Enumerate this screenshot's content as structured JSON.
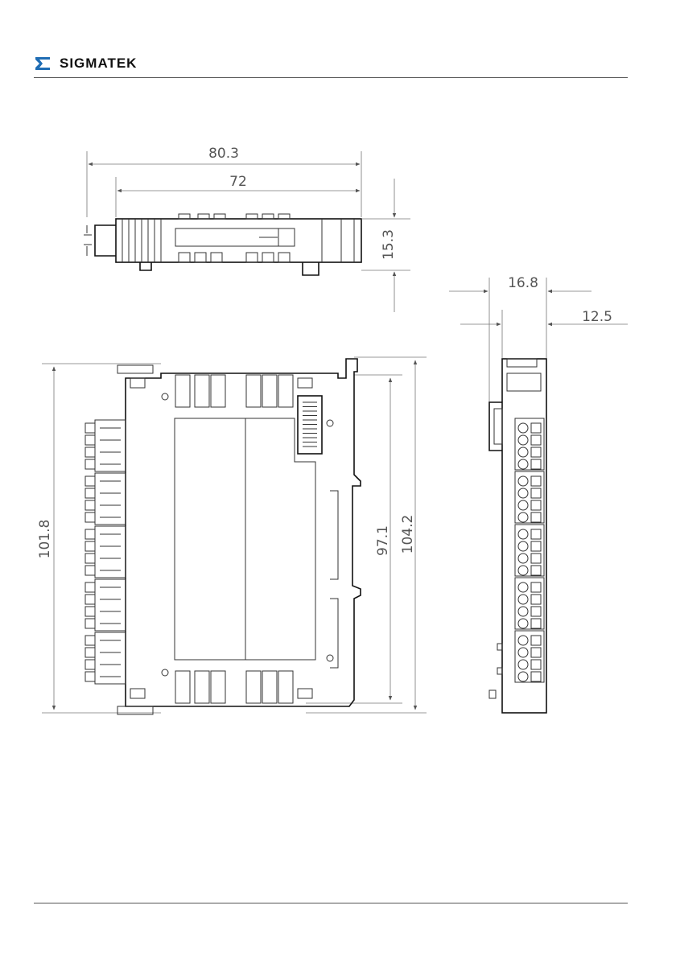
{
  "header": {
    "brand": "SIGMATEK",
    "brand_color": "#1f6db4",
    "logo_icon": "sigmatek-logo-icon"
  },
  "dimensions": {
    "top_overall_width": "80.3",
    "top_body_width": "72",
    "top_height": "15.3",
    "side_total_width": "16.8",
    "side_body_width": "12.5",
    "front_height": "101.8",
    "front_inner_height": "97.1",
    "front_total_height": "104.2"
  }
}
